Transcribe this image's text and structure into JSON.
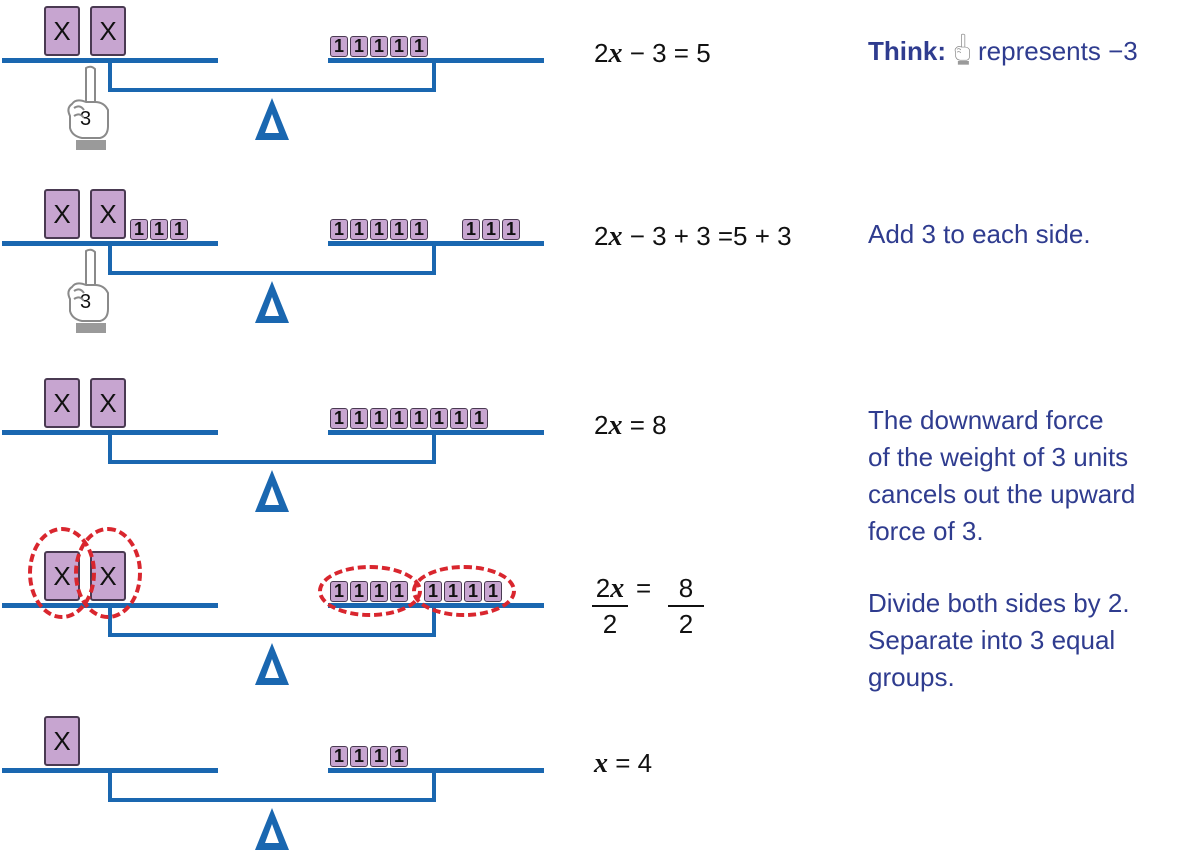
{
  "colors": {
    "beam": "#1a67b0",
    "block_fill": "#c7a5d0",
    "block_border": "#4a3a52",
    "grouping_ring": "#d9262e",
    "note_text": "#2f3c8f"
  },
  "variable_label": "X",
  "unit_label": "1",
  "hand_label": "3",
  "icons": {
    "fulcrum": "fulcrum-triangle-icon",
    "hand": "pointing-hand-icon"
  },
  "rows": [
    {
      "equation": {
        "a": "2",
        "var": "x",
        "rest": " − 3 = 5"
      },
      "note": {
        "bold": "Think:",
        "text": "represents −3"
      },
      "left_x_blocks": 2,
      "left_units": 0,
      "right_units": [
        5
      ],
      "hand": true,
      "rings": false
    },
    {
      "equation": {
        "a": "2",
        "var": "x",
        "rest": " − 3 + 3 =5 + 3"
      },
      "note": [
        "Add 3 to each side."
      ],
      "left_x_blocks": 2,
      "left_units": 3,
      "right_units": [
        5,
        3
      ],
      "hand": true,
      "rings": false
    },
    {
      "equation": {
        "a": "2",
        "var": "x",
        "rest": " = 8"
      },
      "note": [
        "The downward force",
        "of the weight of 3 units",
        "cancels out the upward",
        "force of 3."
      ],
      "left_x_blocks": 2,
      "left_units": 0,
      "right_units": [
        8
      ],
      "hand": false,
      "rings": false
    },
    {
      "equation": {
        "frac_left": {
          "num_a": "2",
          "num_var": "x",
          "den": "2"
        },
        "equals": "=",
        "frac_right": {
          "num": "8",
          "den": "2"
        }
      },
      "note": [
        "Divide both sides by 2.",
        "Separate into 3 equal",
        "groups."
      ],
      "left_x_blocks": 2,
      "left_units": 0,
      "right_units": [
        4,
        4
      ],
      "hand": false,
      "rings": true
    },
    {
      "equation": {
        "a": "",
        "var": "x",
        "rest": " = 4"
      },
      "note": [],
      "left_x_blocks": 1,
      "left_units": 0,
      "right_units": [
        4
      ],
      "hand": false,
      "rings": false
    }
  ]
}
